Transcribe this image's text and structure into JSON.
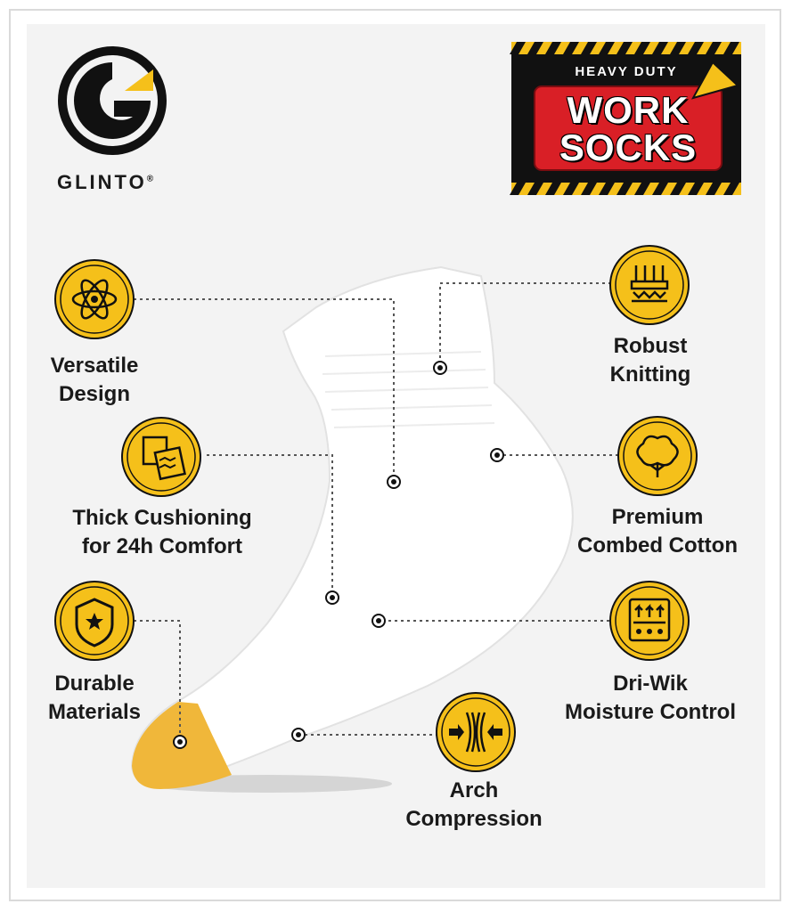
{
  "brand": {
    "name": "GLINTO",
    "mark": "®"
  },
  "badge": {
    "top_text": "HEAVY DUTY",
    "line1": "WORK",
    "line2": "SOCKS"
  },
  "features": [
    {
      "line1": "Versatile",
      "line2": "Design",
      "icon": "atom-icon"
    },
    {
      "line1": "Thick Cushioning",
      "line2": "for 24h Comfort",
      "icon": "cushion-icon"
    },
    {
      "line1": "Durable",
      "line2": "Materials",
      "icon": "shield-star-icon"
    },
    {
      "line1": "Robust",
      "line2": "Knitting",
      "icon": "knitting-needles-icon"
    },
    {
      "line1": "Premium",
      "line2": "Combed Cotton",
      "icon": "cotton-icon"
    },
    {
      "line1": "Dri-Wik",
      "line2": "Moisture Control",
      "icon": "moisture-wick-icon"
    },
    {
      "line1": "Arch",
      "line2": "Compression",
      "icon": "compression-arrows-icon"
    }
  ],
  "colors": {
    "accent_yellow": "#f5c01a",
    "icon_ring": "#1a1a1a",
    "badge_red": "#d91f26",
    "badge_dark": "#111111",
    "toe_gold": "#f0b73a",
    "panel_bg": "#f3f3f3"
  }
}
